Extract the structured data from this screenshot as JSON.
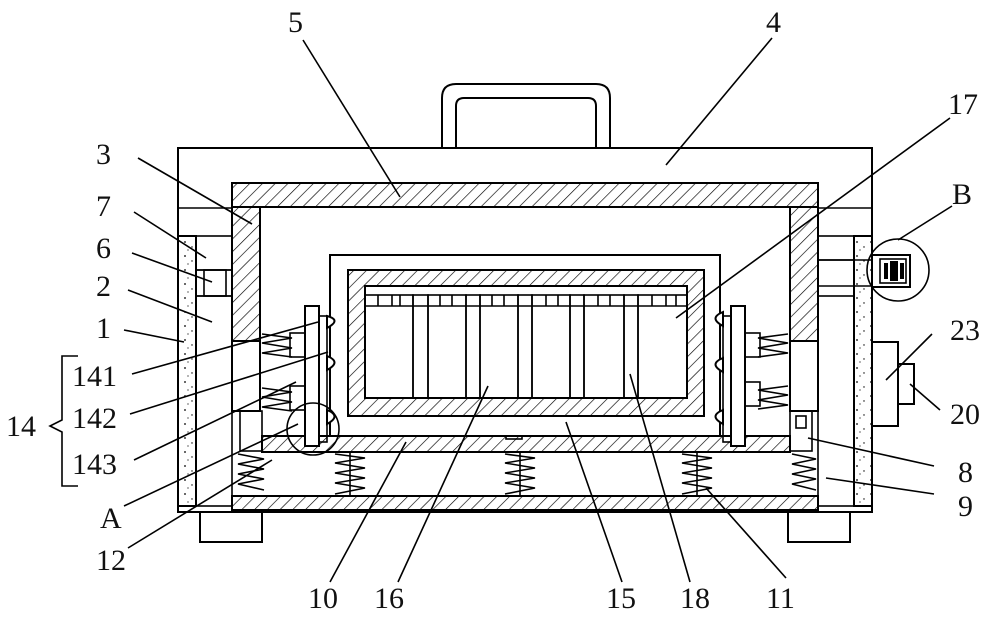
{
  "labels": {
    "l5": "5",
    "l4": "4",
    "l17": "17",
    "lB": "B",
    "l3": "3",
    "l7": "7",
    "l6": "6",
    "l2": "2",
    "l1": "1",
    "l141": "141",
    "l142": "142",
    "l143": "143",
    "l14": "14",
    "lA": "A",
    "l12": "12",
    "l23": "23",
    "l20": "20",
    "l8": "8",
    "l9": "9",
    "l10": "10",
    "l16": "16",
    "l15": "15",
    "l18": "18",
    "l11": "11"
  }
}
